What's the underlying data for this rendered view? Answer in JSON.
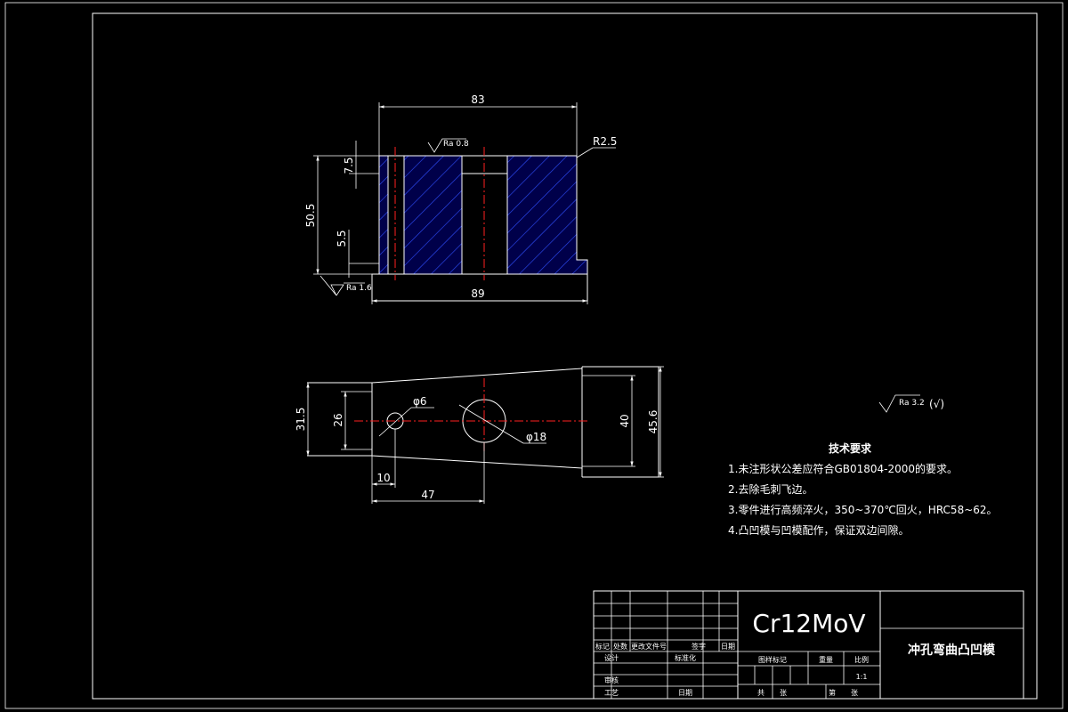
{
  "drawing": {
    "front_view": {
      "dims": {
        "top_width": "83",
        "bottom_width": "89",
        "height": "50.5",
        "top_step": "7.5",
        "bottom_step": "5.5",
        "fillet": "R2.5"
      },
      "roughness": {
        "top": "Ra 0.8",
        "bottom": "Ra 1.6"
      }
    },
    "top_view": {
      "dims": {
        "left_outer": "31.5",
        "left_inner": "26",
        "right_inner": "40",
        "right_outer": "45.6",
        "small_hole": "φ6",
        "big_hole": "φ18",
        "offset_small": "10",
        "offset_big": "47"
      }
    },
    "general_roughness": {
      "symbol": "Ra 3.2",
      "suffix": "(√)"
    },
    "tech_requirements": {
      "title": "技术要求",
      "items": [
        "1.未注形状公差应符合GB01804-2000的要求。",
        "2.去除毛刺飞边。",
        "3.零件进行高频淬火，350~370℃回火，HRC58~62。",
        "4.凸凹模与凹模配作，保证双边间隙。"
      ]
    },
    "title_block": {
      "material": "Cr12MoV",
      "part_name": "冲孔弯曲凸凹模",
      "scale": "1:1",
      "headers": [
        "标记",
        "处数",
        "更改文件号",
        "签字",
        "日期"
      ],
      "labels": {
        "design": "设计",
        "standardize": "标准化",
        "review": "审核",
        "process": "工艺",
        "date": "日期",
        "stage_mark": "图样标记",
        "weight": "重量",
        "scale_label": "比例",
        "total": "共",
        "sheet": "张",
        "page": "第",
        "page_unit": "张"
      }
    }
  }
}
